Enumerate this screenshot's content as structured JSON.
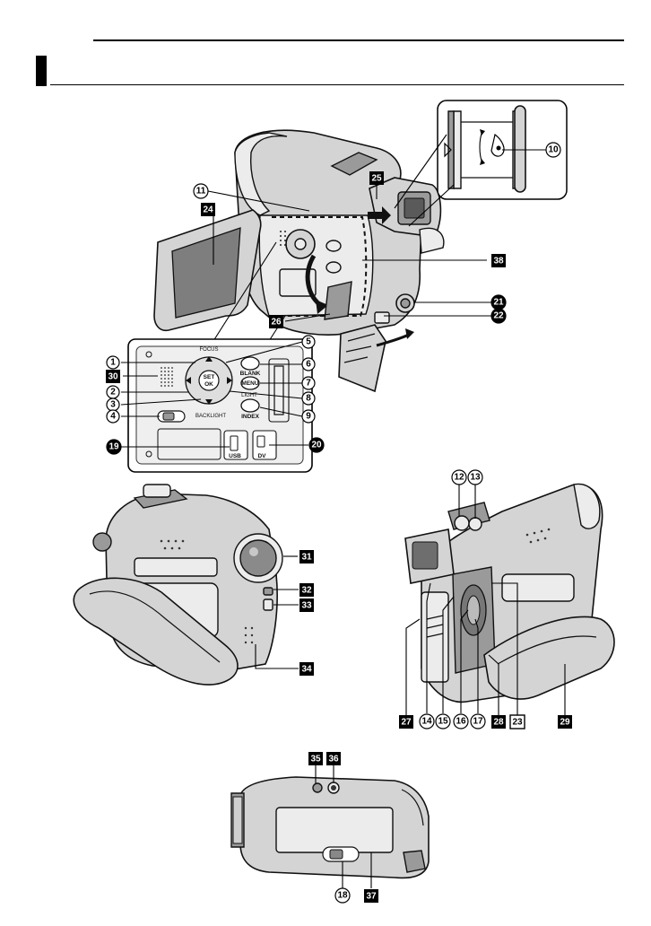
{
  "page": {
    "title": "",
    "panel_labels": {
      "focus": "FOCUS",
      "blank": "BLANK",
      "menu": "MENU",
      "light": "LIGHT",
      "index": "INDEX",
      "backlight": "BACKLIGHT",
      "usb": "USB",
      "dv": "DV",
      "set": "SET",
      "ok": "OK"
    }
  },
  "callouts": [
    {
      "id": "1",
      "style": "circle"
    },
    {
      "id": "2",
      "style": "circle"
    },
    {
      "id": "3",
      "style": "circle"
    },
    {
      "id": "4",
      "style": "circle"
    },
    {
      "id": "5",
      "style": "circle"
    },
    {
      "id": "6",
      "style": "circle"
    },
    {
      "id": "7",
      "style": "circle"
    },
    {
      "id": "8",
      "style": "circle"
    },
    {
      "id": "9",
      "style": "circle"
    },
    {
      "id": "10",
      "style": "circle"
    },
    {
      "id": "11",
      "style": "circle"
    },
    {
      "id": "12",
      "style": "circle"
    },
    {
      "id": "13",
      "style": "circle"
    },
    {
      "id": "14",
      "style": "circle"
    },
    {
      "id": "15",
      "style": "circle"
    },
    {
      "id": "16",
      "style": "circle"
    },
    {
      "id": "17",
      "style": "circle"
    },
    {
      "id": "18",
      "style": "circle"
    },
    {
      "id": "19",
      "style": "circle-black"
    },
    {
      "id": "20",
      "style": "circle-black"
    },
    {
      "id": "21",
      "style": "circle-black"
    },
    {
      "id": "22",
      "style": "circle-black"
    },
    {
      "id": "23",
      "style": "square-white"
    },
    {
      "id": "24",
      "style": "square-black"
    },
    {
      "id": "25",
      "style": "square-black"
    },
    {
      "id": "26",
      "style": "square-black"
    },
    {
      "id": "27",
      "style": "square-black"
    },
    {
      "id": "28",
      "style": "square-black"
    },
    {
      "id": "29",
      "style": "square-black"
    },
    {
      "id": "30",
      "style": "square-black"
    },
    {
      "id": "31",
      "style": "square-black"
    },
    {
      "id": "32",
      "style": "square-black"
    },
    {
      "id": "33",
      "style": "square-black"
    },
    {
      "id": "34",
      "style": "square-black"
    },
    {
      "id": "35",
      "style": "square-black"
    },
    {
      "id": "36",
      "style": "square-black"
    },
    {
      "id": "37",
      "style": "square-black"
    },
    {
      "id": "38",
      "style": "square-black"
    }
  ]
}
